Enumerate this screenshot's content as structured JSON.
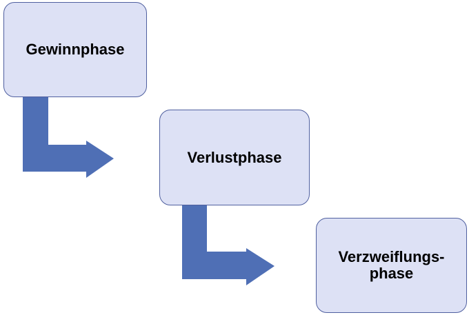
{
  "diagram": {
    "box_fill": "#dde1f5",
    "box_border": "#4f5f9f",
    "arrow_color": "#4f6fb5",
    "phases": [
      {
        "label": "Gewinnphase"
      },
      {
        "label": "Verlustphase"
      },
      {
        "label": "Verzweiflungs-\nphase"
      }
    ],
    "connectors": [
      {
        "from": "Gewinnphase",
        "to": "Verlustphase",
        "icon": "bent-arrow-right-icon"
      },
      {
        "from": "Verlustphase",
        "to": "Verzweiflungs-phase",
        "icon": "bent-arrow-right-icon"
      }
    ]
  }
}
